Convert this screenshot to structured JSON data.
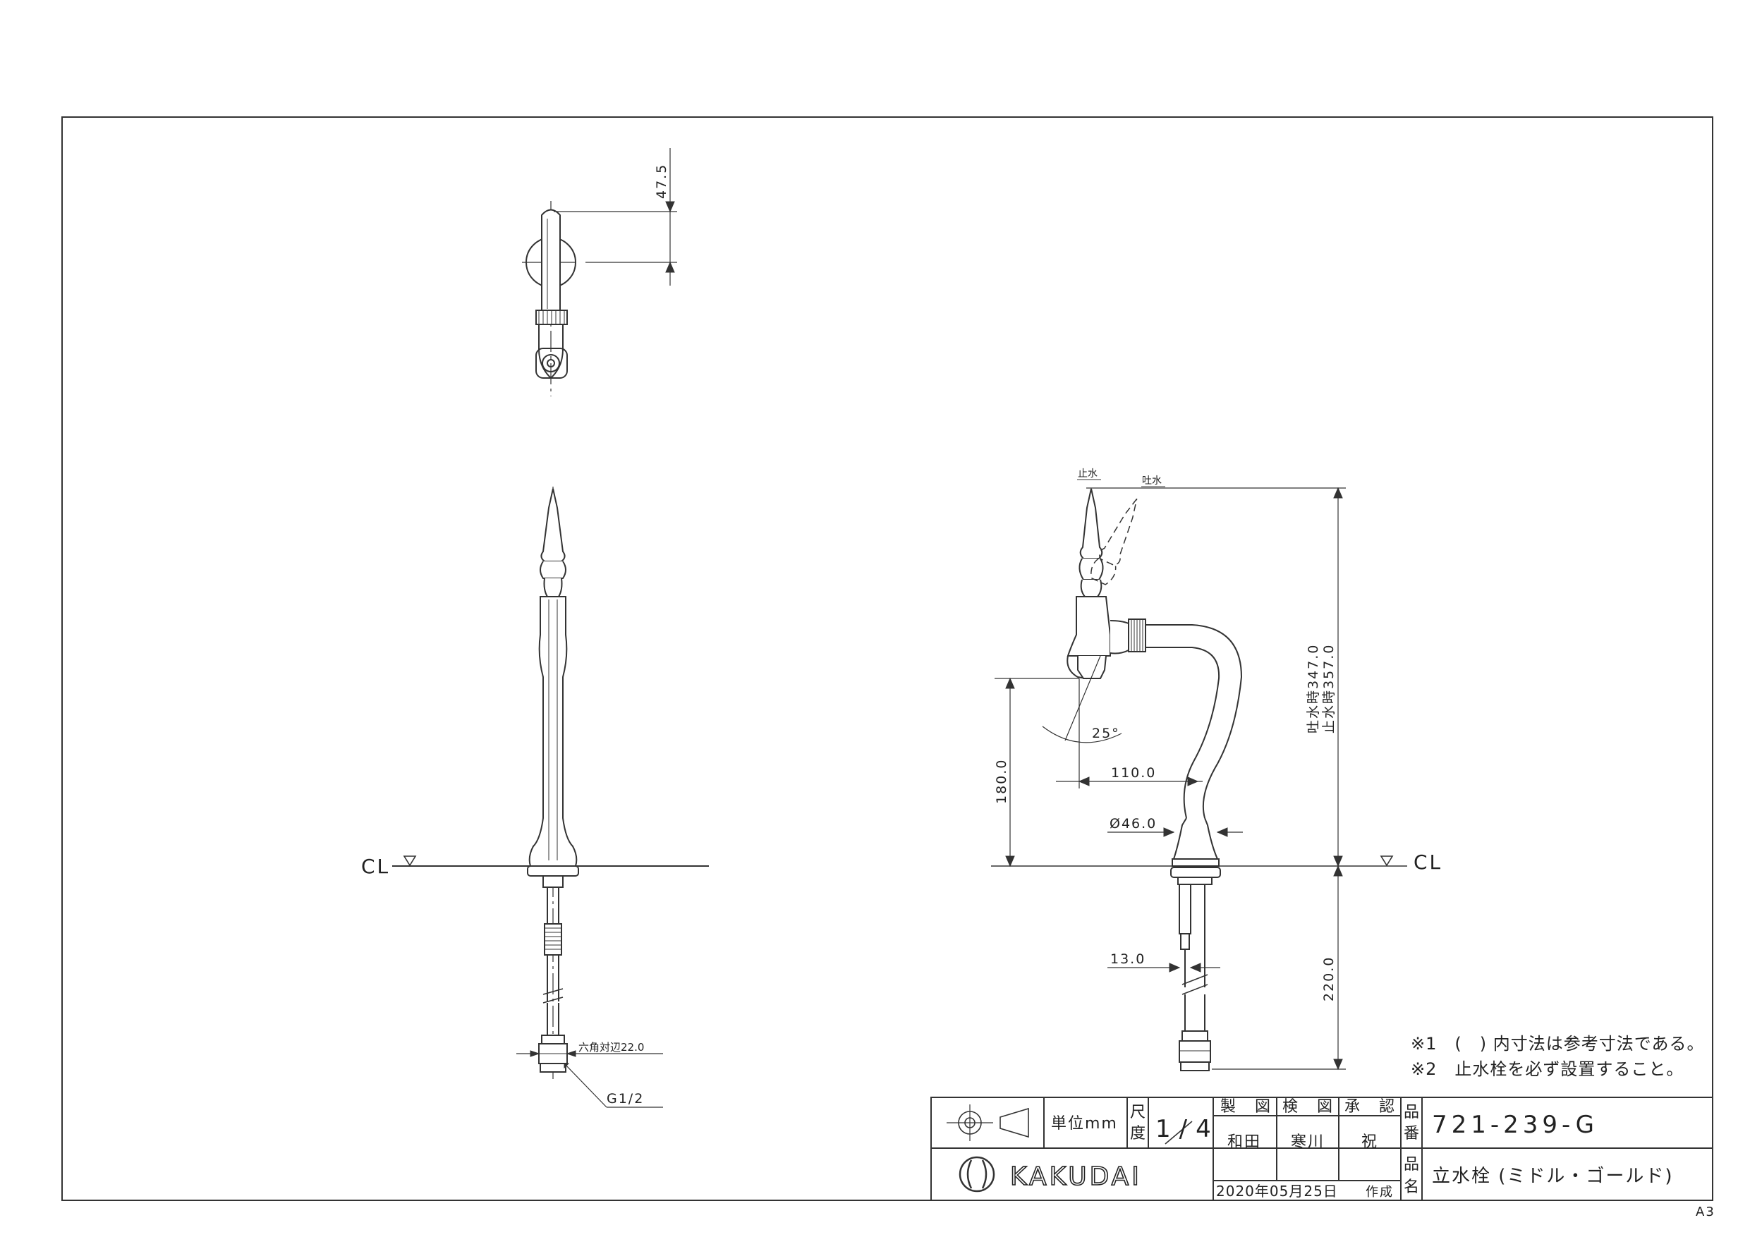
{
  "drawing": {
    "cl_label": "CL",
    "top_view": {
      "dim_offset": "47.5"
    },
    "front_view": {
      "hex_label": "六角対辺22.0",
      "thread_label": "G1/2"
    },
    "side_view": {
      "stop_label": "止水",
      "discharge_label": "吐水",
      "angle_label": "25°",
      "height_discharge": "吐水時347.0",
      "height_stop": "止水時357.0",
      "spout_height": "180.0",
      "reach": "110.0",
      "base_diameter": "Ø46.0",
      "pipe_diameter": "13.0",
      "shank_length": "220.0"
    },
    "notes": [
      "※1　(　) 内寸法は参考寸法である。",
      "※2　止水栓を必ず設置すること。"
    ]
  },
  "title_block": {
    "unit_label": "単位mm",
    "scale_label_1": "尺",
    "scale_label_2": "度",
    "scale_value": "1/4",
    "drawn_by_header": "製 図",
    "checked_by_header": "検 図",
    "approved_by_header": "承 認",
    "drawn_by": "和田",
    "checked_by": "寒川",
    "approved_by": "祝",
    "date": "2020年05月25日",
    "created_label": "作成",
    "part_no_label_1": "品",
    "part_no_label_2": "番",
    "part_no": "721-239-G",
    "part_name_label_1": "品",
    "part_name_label_2": "名",
    "part_name": "立水栓 (ミドル・ゴールド)",
    "brand": "KAKUDAI"
  },
  "sheet_size": "A3"
}
